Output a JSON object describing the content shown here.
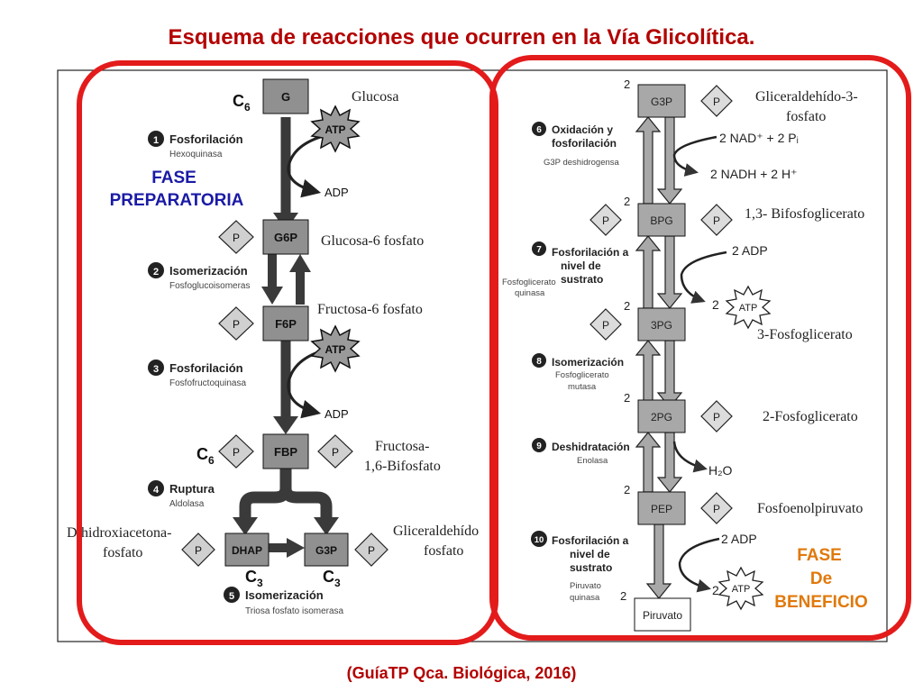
{
  "title": "Esquema de reacciones que ocurren en la Vía Glicolítica.",
  "citation": "(GuíaTP Qca. Biológica, 2016)",
  "phases": {
    "preparatoria": [
      "FASE",
      "PREPARATORIA"
    ],
    "beneficio": [
      "FASE",
      "De",
      "BENEFICIO"
    ]
  },
  "colors": {
    "accent_red": "#e31b1b",
    "title_red": "#b30000",
    "phase_blue": "#1a1aa6",
    "phase_orange": "#e0790b",
    "box_gray": "#909090",
    "dark_arrow": "#3a3a3a"
  },
  "left": {
    "c6_top": "C6",
    "c6_mid": "C6",
    "c3_left": "C3",
    "c3_right": "C3",
    "metabolites": {
      "g": "G",
      "g6p": "G6P",
      "f6p": "F6P",
      "fbp": "FBP",
      "dhap": "DHAP",
      "g3p": "G3P"
    },
    "names": {
      "glucosa": "Glucosa",
      "g6p": "Glucosa-6 fosfato",
      "f6p": "Fructosa-6 fosfato",
      "fbp1": "Fructosa-",
      "fbp2": "1,6-Bifosfato",
      "dhap1": "Dihidroxiacetona-",
      "dhap2": "fosfato",
      "g3p1": "Gliceraldehído",
      "g3p2": "fosfato"
    },
    "cofactors": {
      "atp1": "ATP",
      "adp1": "ADP",
      "atp2": "ATP",
      "adp2": "ADP",
      "p": "P"
    },
    "steps": [
      {
        "n": "1",
        "name": "Fosforilación",
        "enzyme": "Hexoquinasa"
      },
      {
        "n": "2",
        "name": "Isomerización",
        "enzyme": "Fosfoglucoisomeras"
      },
      {
        "n": "3",
        "name": "Fosforilación",
        "enzyme": "Fosfofructoquinasa"
      },
      {
        "n": "4",
        "name": "Ruptura",
        "enzyme": "Aldolasa"
      },
      {
        "n": "5",
        "name": "Isomerización",
        "enzyme": "Triosa fosfato isomerasa"
      }
    ]
  },
  "right": {
    "two": "2",
    "metabolites": {
      "g3p": "G3P",
      "bpg": "BPG",
      "pg3": "3PG",
      "pg2": "2PG",
      "pep": "PEP",
      "pir": "Piruvato"
    },
    "names": {
      "g3p1": "Gliceraldehído-3-",
      "g3p2": "fosfato",
      "bpg": "1,3- Bifosfoglicerato",
      "pg3": "3-Fosfoglicerato",
      "pg2": "2-Fosfoglicerato",
      "pep": "Fosfoenolpiruvato"
    },
    "cofactors": {
      "nad_in": "2 NAD⁺ + 2 Pᵢ",
      "nadh_out": "2 NADH + 2 H⁺",
      "adp1": "2 ADP",
      "atp1_two": "2",
      "atp1": "ATP",
      "h2o": "H₂O",
      "adp2": "2 ADP",
      "atp2_two": "2",
      "atp2": "ATP",
      "p": "P"
    },
    "steps": [
      {
        "n": "6",
        "lines": [
          "Oxidación y",
          "fosforilación"
        ],
        "enzyme": [
          "G3P deshidrogensa"
        ]
      },
      {
        "n": "7",
        "lines": [
          "Fosforilación a",
          "nivel de",
          "sustrato"
        ],
        "enzyme": [
          "Fosfoglicerato",
          "quinasa"
        ]
      },
      {
        "n": "8",
        "lines": [
          "Isomerización"
        ],
        "enzyme": [
          "Fosfoglicerato",
          "mutasa"
        ]
      },
      {
        "n": "9",
        "lines": [
          "Deshidratación"
        ],
        "enzyme": [
          "Enolasa"
        ]
      },
      {
        "n": "10",
        "lines": [
          "Fosforilación a",
          "nivel de",
          "sustrato"
        ],
        "enzyme": [
          "Piruvato",
          "quinasa"
        ]
      }
    ]
  }
}
